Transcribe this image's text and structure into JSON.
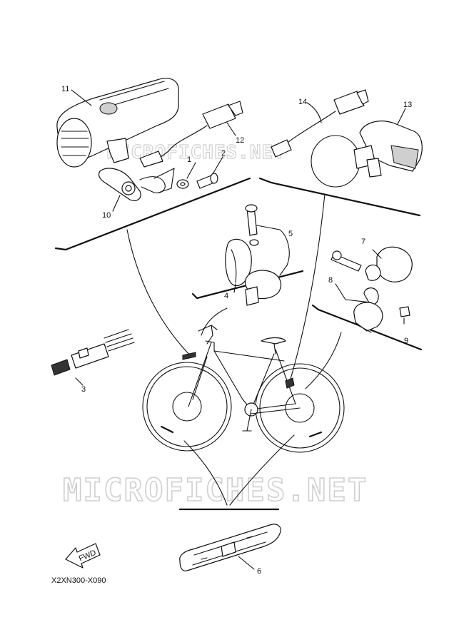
{
  "callouts": {
    "c1": "1",
    "c2": "2",
    "c3": "3",
    "c4": "4",
    "c5": "5",
    "c6": "6",
    "c7": "7",
    "c8": "8",
    "c9": "9",
    "c10": "10",
    "c11": "11",
    "c12": "12",
    "c13": "13",
    "c14": "14"
  },
  "fwd_label": "FWD",
  "figure_code": "X2XN300-X090",
  "watermark": "MICROFICHES.NET",
  "watermark_small": "MICROFICHES.NET"
}
